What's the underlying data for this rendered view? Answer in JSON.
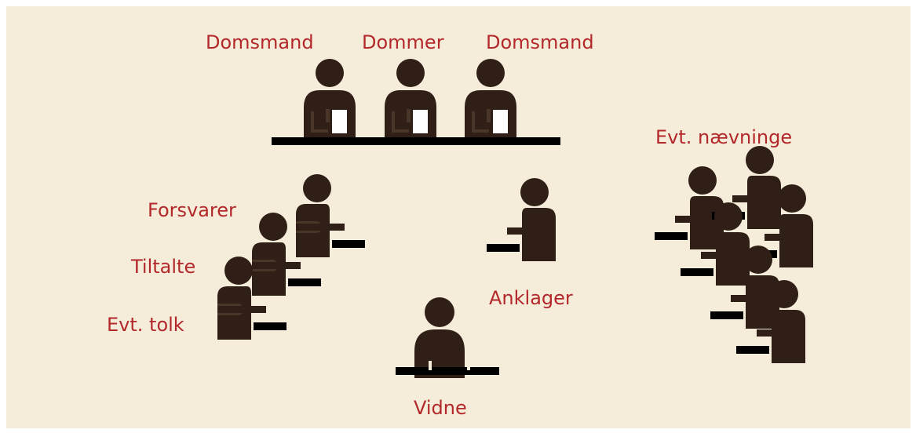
{
  "labels": {
    "lay_judge_left": "Domsmand",
    "judge": "Dommer",
    "lay_judge_right": "Domsmand",
    "jurors": "Evt. nævninge",
    "defender": "Forsvarer",
    "defendant": "Tiltalte",
    "interpreter": "Evt. tolk",
    "prosecutor": "Anklager",
    "witness": "Vidne"
  },
  "colors": {
    "background": "#f5ecd9",
    "figure": "#2f1f17",
    "label": "#b3282b",
    "paper": "#ffffff",
    "table": "#000000"
  },
  "icons": {
    "judge": "person-at-bench-icon",
    "seated_person": "seated-person-icon",
    "witness": "witness-front-icon"
  }
}
